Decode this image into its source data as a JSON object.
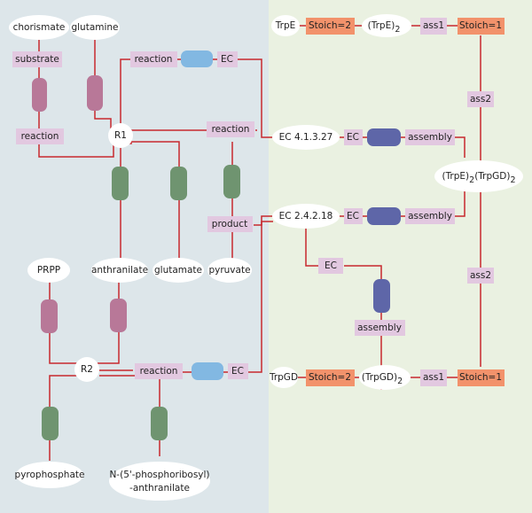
{
  "colors": {
    "left_panel": "#dde6ea",
    "right_panel": "#eaf1e1",
    "edge": "#c8282e",
    "pink_box": "#e2c8e0",
    "orange_box": "#f2926b",
    "blue_reaction": "#82b8e2",
    "navy_assembly": "#5e66a8",
    "mauve_in": "#b87898",
    "green_out": "#6f9470",
    "node_fill": "#ffffff"
  },
  "left": {
    "chorismate": "chorismate",
    "glutamine": "glutamine",
    "substrate": "substrate",
    "reaction_r1_in": "reaction",
    "r1": "R1",
    "reaction_top": "reaction",
    "ec_top": "EC",
    "reaction_r1_out": "reaction",
    "product": "product",
    "anthranilate": "anthranilate",
    "glutamate": "glutamate",
    "pyruvate": "pyruvate",
    "prpp": "PRPP",
    "r2": "R2",
    "reaction_bottom": "reaction",
    "ec_bottom": "EC",
    "pyrophosphate": "pyrophosphate",
    "npra_line1": "N-(5'-phosphoribosyl)",
    "npra_line2": "-anthranilate"
  },
  "right": {
    "trpe": "TrpE",
    "stoich2_top": "Stoich=2",
    "trpe2_base": "(TrpE)",
    "trpe2_sub": "2",
    "ass1_top": "ass1",
    "stoich1_top": "Stoich=1",
    "ass2_top": "ass2",
    "ec4_1": "EC 4.1.3.27",
    "ec_label_1": "EC",
    "assembly_1": "assembly",
    "complex_a": "(TrpE)",
    "complex_sub1": "2",
    "complex_b": "(TrpGD)",
    "complex_sub2": "2",
    "ec4_2": "EC 2.4.2.18",
    "ec_label_2": "EC",
    "assembly_2": "assembly",
    "ec_label_3": "EC",
    "assembly_3": "assembly",
    "ass2_bottom": "ass2",
    "trpgd": "TrpGD",
    "stoich2_bottom": "Stoich=2",
    "trpgd2_base": "(TrpGD)",
    "trpgd2_sub": "2",
    "ass1_bottom": "ass1",
    "stoich1_bottom": "Stoich=1"
  }
}
